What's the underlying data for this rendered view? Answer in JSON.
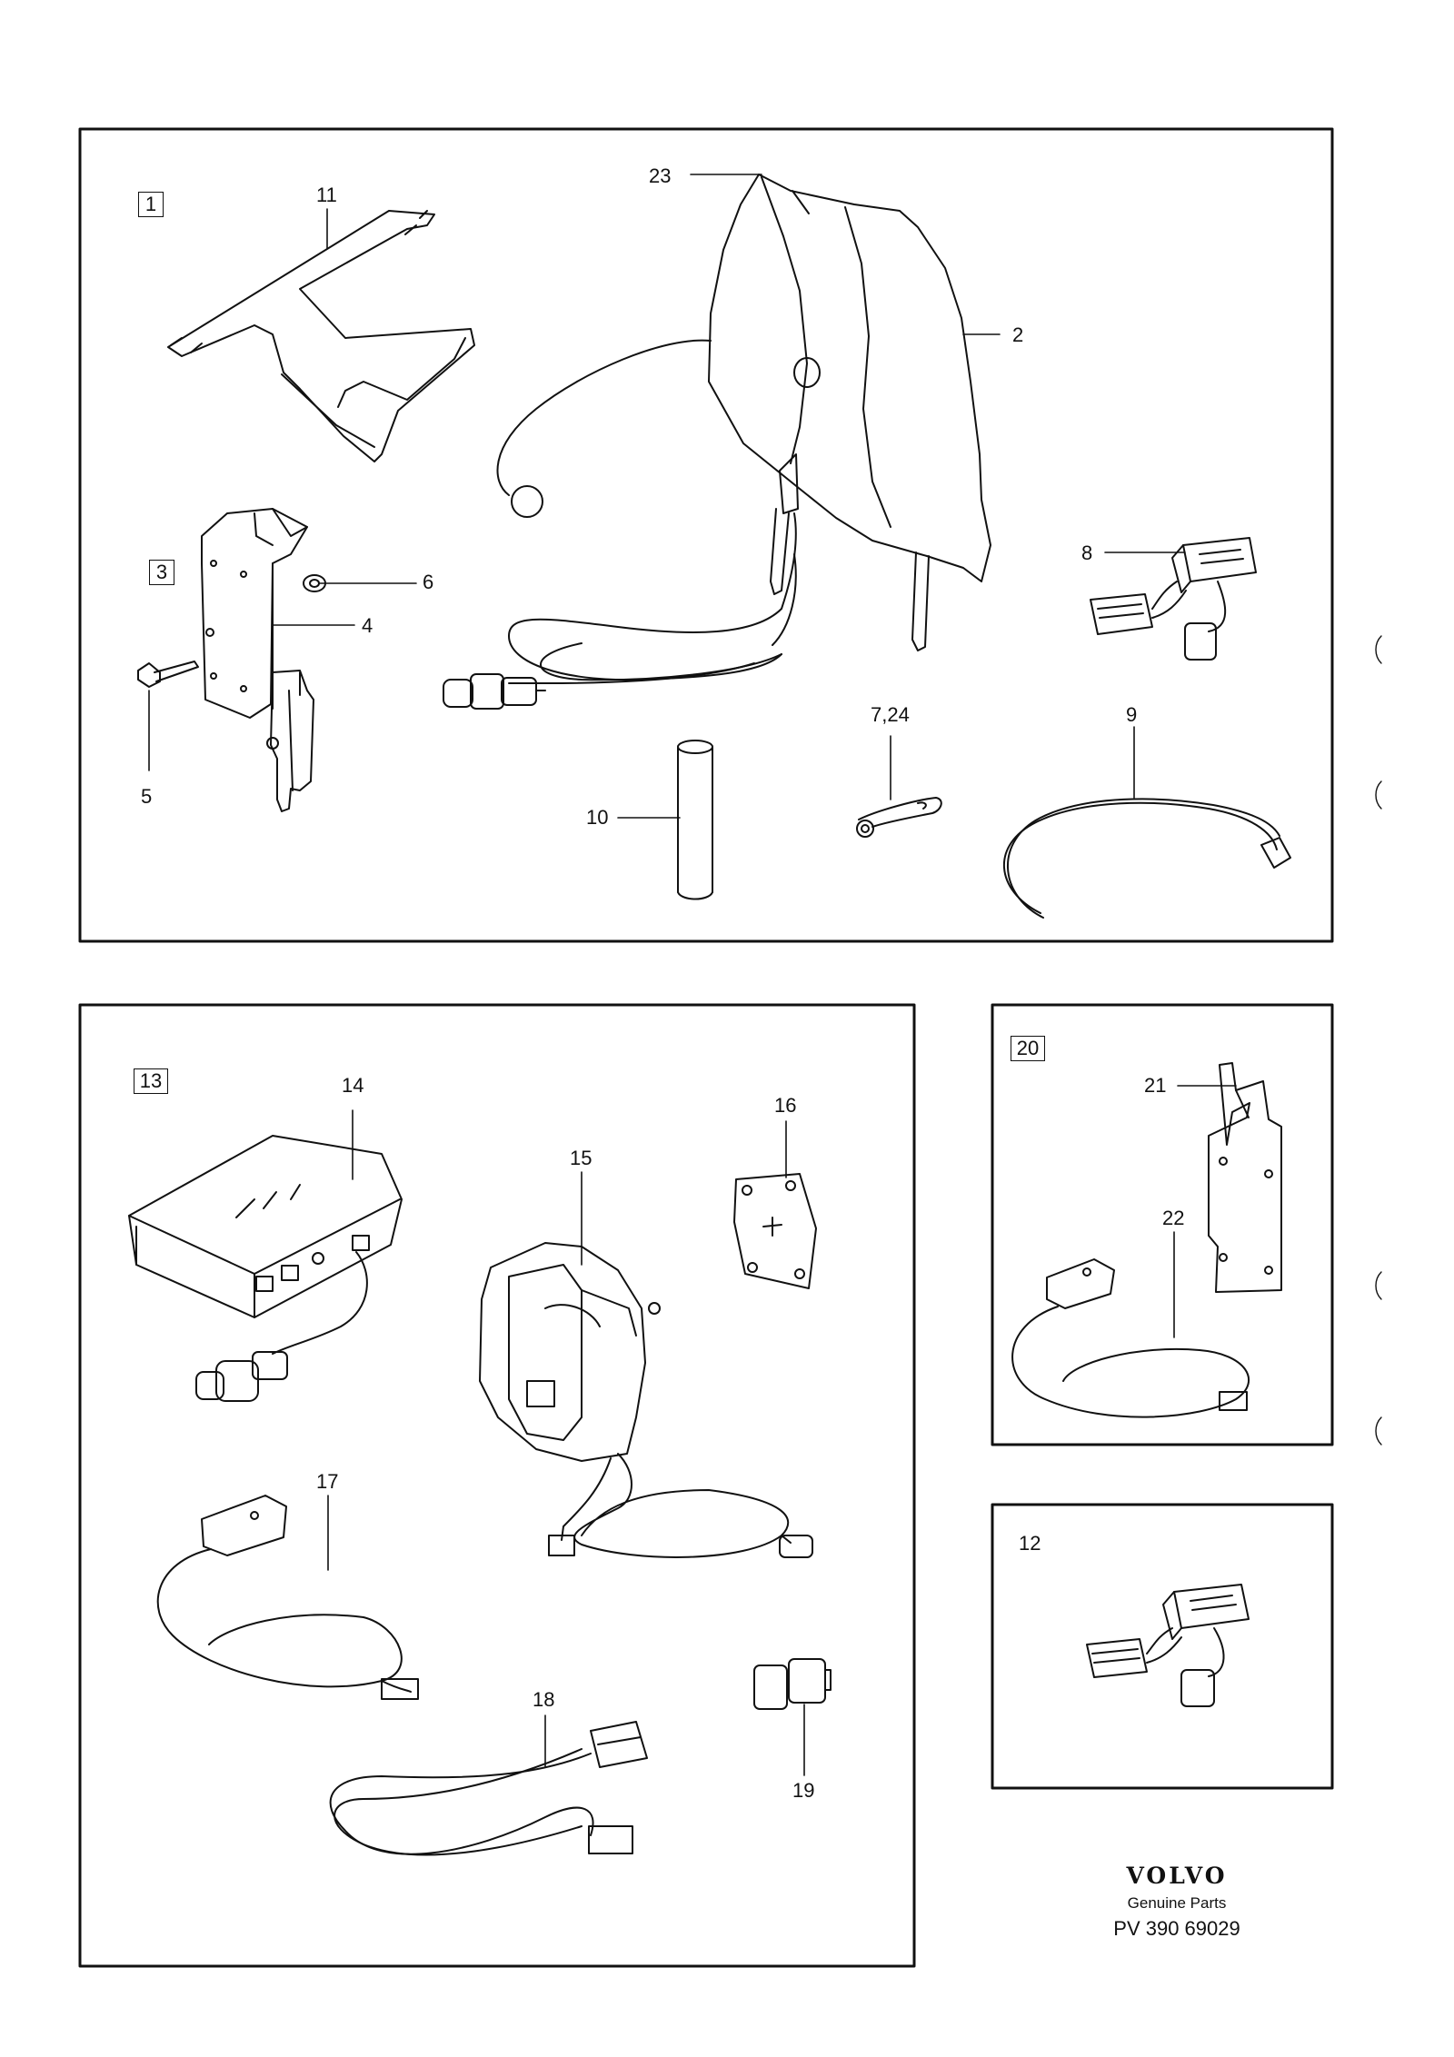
{
  "panels": {
    "main": {
      "box_label": "1"
    },
    "bracket_group": {
      "box_label": "3"
    },
    "module_group": {
      "box_label": "13"
    },
    "holder_group": {
      "box_label": "20"
    },
    "adapter_group": {
      "label": "12"
    }
  },
  "callouts": {
    "c2": "2",
    "c4": "4",
    "c5": "5",
    "c6": "6",
    "c724": "7,24",
    "c8": "8",
    "c9": "9",
    "c10": "10",
    "c11": "11",
    "c14": "14",
    "c15": "15",
    "c16": "16",
    "c17": "17",
    "c18": "18",
    "c19": "19",
    "c21": "21",
    "c22": "22",
    "c23": "23"
  },
  "footer": {
    "brand": "VOLVO",
    "subtitle": "Genuine Parts",
    "code": "PV 390 69029"
  }
}
